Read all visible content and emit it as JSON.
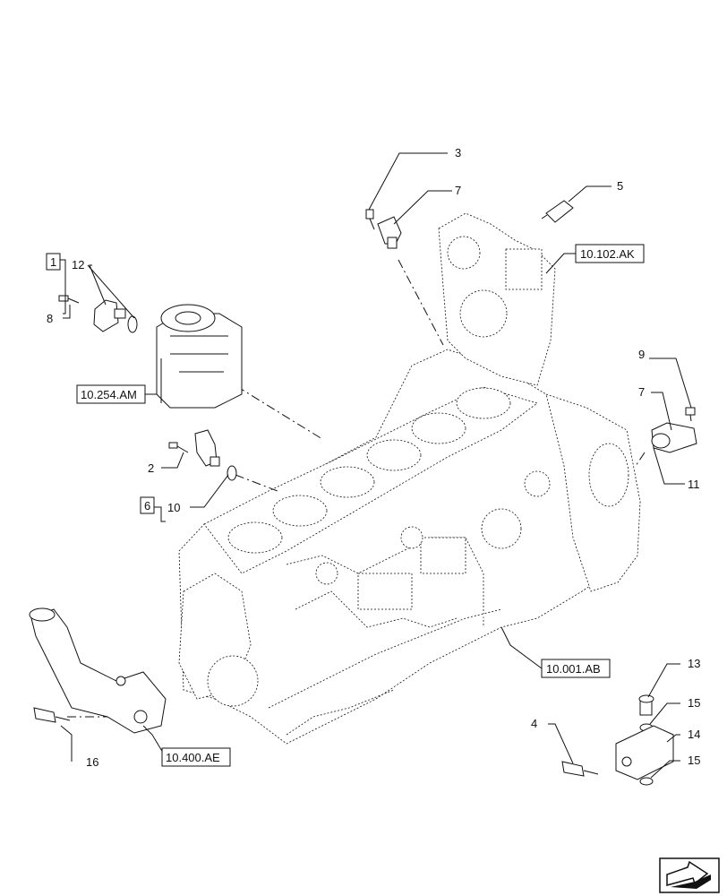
{
  "callouts": {
    "c1": "1",
    "c2": "2",
    "c3": "3",
    "c4": "4",
    "c5": "5",
    "c6": "6",
    "c7a": "7",
    "c7b": "7",
    "c8": "8",
    "c9": "9",
    "c10": "10",
    "c11": "11",
    "c12": "12",
    "c13": "13",
    "c14": "14",
    "c15a": "15",
    "c15b": "15",
    "c16": "16"
  },
  "references": {
    "r_10102AK": "10.102.AK",
    "r_10254AM": "10.254.AM",
    "r_10001AB": "10.001.AB",
    "r_10400AE": "10.400.AE"
  },
  "nav_icon": "arrow-navigation-icon"
}
